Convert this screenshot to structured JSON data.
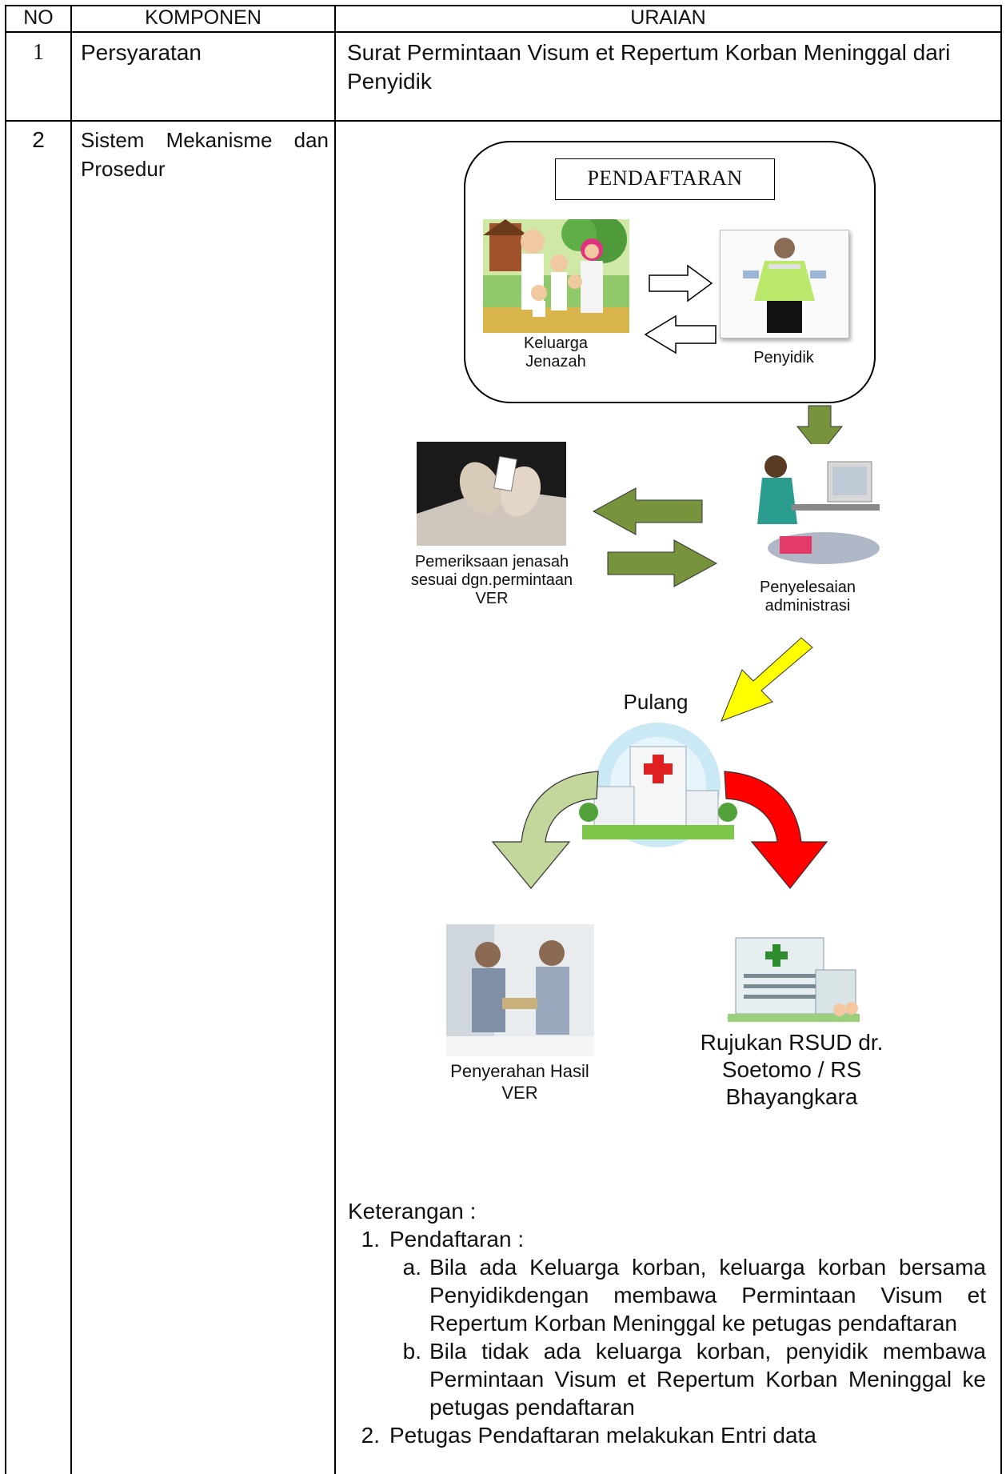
{
  "table": {
    "headers": {
      "no": "NO",
      "komponen": "KOMPONEN",
      "uraian": "URAIAN"
    },
    "rows": [
      {
        "no": "1",
        "komponen": "Persyaratan",
        "uraian": "Surat Permintaan Visum et Repertum Korban Meninggal dari Penyidik"
      },
      {
        "no": "2",
        "komponen": "Sistem Mekanisme dan Prosedur",
        "uraian": ""
      }
    ]
  },
  "flowchart": {
    "pendaftaran_title": "PENDAFTARAN",
    "keluarga_label": "Keluarga Jenazah",
    "penyidik_label": "Penyidik",
    "pemeriksaan_label": "Pemeriksaan jenasah sesuai dgn.permintaan VER",
    "administrasi_label": "Penyelesaian administrasi",
    "pulang_label": "Pulang",
    "penyerahan_label": "Penyerahan Hasil VER",
    "rujukan_label": "Rujukan RSUD dr. Soetomo / RS Bhayangkara",
    "colors": {
      "olive_arrow": "#77933c",
      "yellow_arrow": "#ffff00",
      "green_arrow": "#c3d69b",
      "red_arrow": "#ff0000"
    }
  },
  "keterangan": {
    "title": "Keterangan :",
    "items": [
      {
        "num": "1.",
        "label": "Pendaftaran :",
        "sub": [
          {
            "num": "a.",
            "text": "Bila ada Keluarga korban, keluarga korban bersama Penyidikdengan membawa Permintaan Visum et Repertum Korban Meninggal ke petugas pendaftaran"
          },
          {
            "num": "b.",
            "text": "Bila tidak ada keluarga korban, penyidik membawa Permintaan Visum et Repertum Korban Meninggal ke petugas pendaftaran"
          }
        ]
      },
      {
        "num": "2.",
        "label": "Petugas Pendaftaran melakukan Entri data"
      }
    ]
  }
}
